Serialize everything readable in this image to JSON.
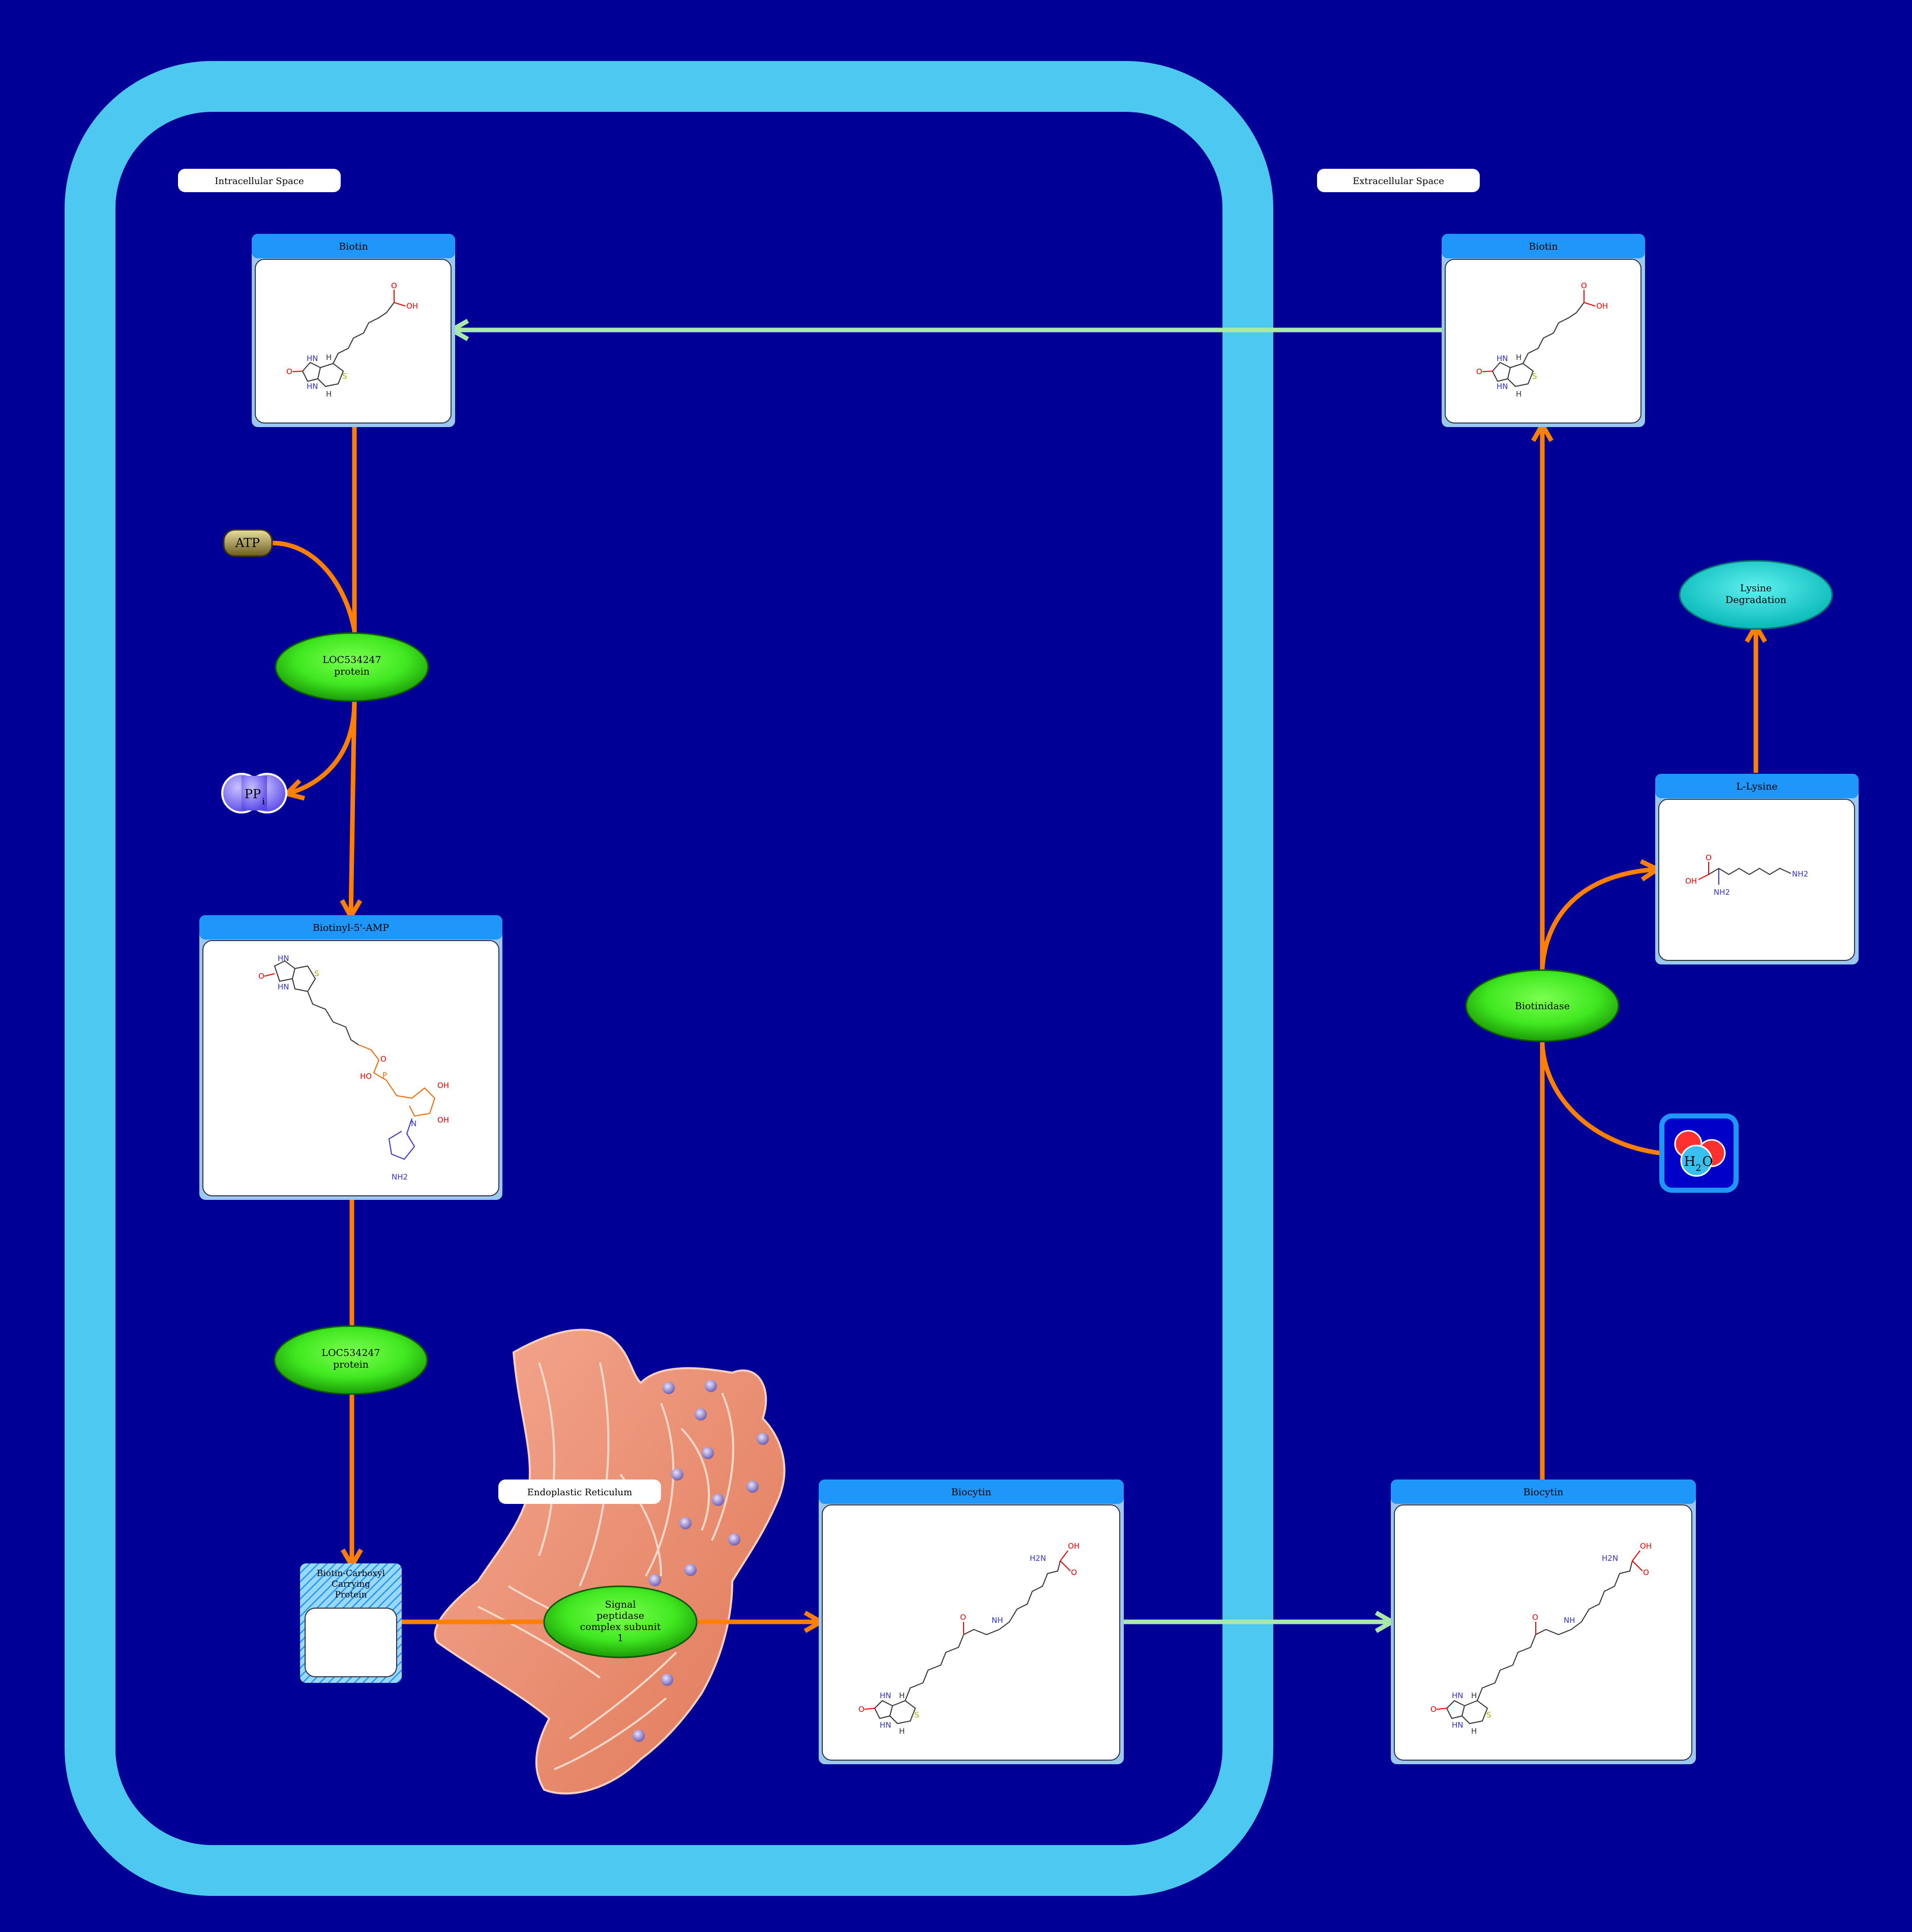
{
  "compartments": {
    "intracellular": "Intracellular Space",
    "extracellular": "Extracellular Space",
    "er": "Endoplastic Reticulum"
  },
  "compounds": {
    "biotin_in": "Biotin",
    "biotin_out": "Biotin",
    "biotinyl_amp": "Biotinyl-5'-AMP",
    "biocytin_in": "Biocytin",
    "biocytin_out": "Biocytin",
    "l_lysine": "L-Lysine",
    "bccp": [
      "Biotin-Carboxyl",
      "Carrying",
      "Protein"
    ]
  },
  "enzymes": {
    "loc1": [
      "LOC534247",
      "protein"
    ],
    "loc2": [
      "LOC534247",
      "protein"
    ],
    "signal_peptidase": [
      "Signal",
      "peptidase",
      "complex subunit",
      "1"
    ],
    "biotinidase": "Biotinidase"
  },
  "small_molecules": {
    "atp": "ATP",
    "ppi": "PP",
    "ppi_sub": "i",
    "h2o_h": "H",
    "h2o_sub": "2",
    "h2o_o": "O"
  },
  "pathways": {
    "lysine_degradation": [
      "Lysine",
      "Degradation"
    ]
  },
  "atoms": {
    "oh": "OH",
    "o": "O",
    "hn": "HN",
    "h": "H",
    "s": "S",
    "nh": "NH",
    "h2n": "H2N",
    "nh2": "NH2",
    "p": "P",
    "n": "N",
    "ho": "HO"
  },
  "colors": {
    "background": "#000096",
    "membrane": "#4DC8F0",
    "orange_arrow": "#FF8000",
    "green_arrow": "#A8E8A8",
    "enzyme": "#40E820",
    "box_header": "#1E96FA",
    "lysine_node": "#10D8D8"
  }
}
